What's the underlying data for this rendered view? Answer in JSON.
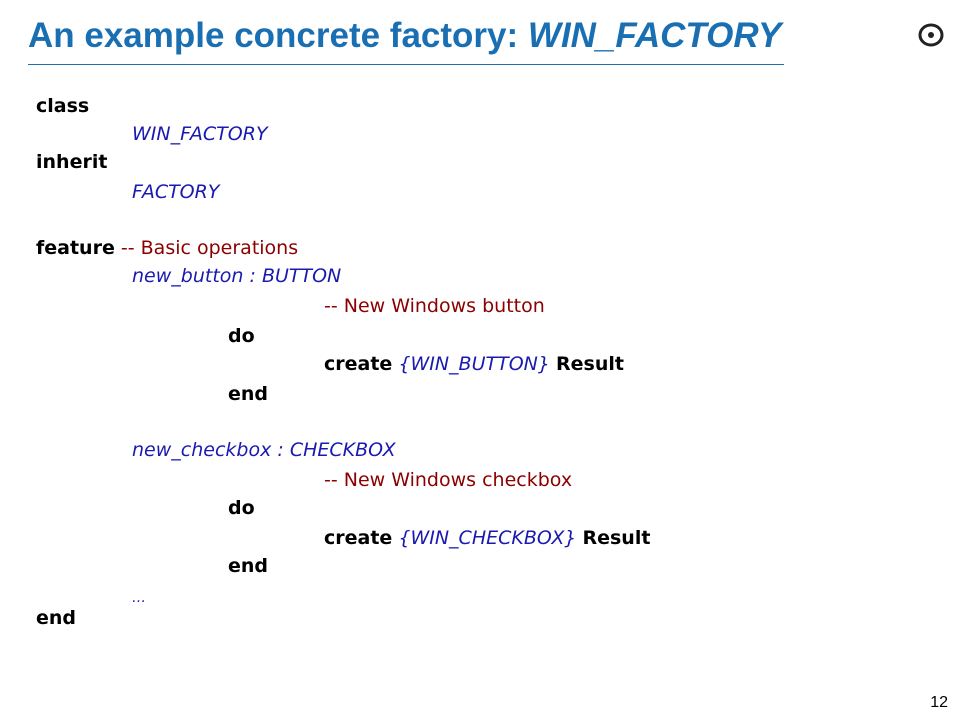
{
  "slide": {
    "title_prefix": "An example concrete factory: ",
    "title_class": "WIN_FACTORY",
    "page_number": "12",
    "logo_icon": "eiffel-logo-icon"
  },
  "colors": {
    "title": "#1a6fb3",
    "keyword": "#000000",
    "identifier": "#1a1ab0",
    "comment": "#8b0000"
  },
  "code": {
    "kw_class": "class",
    "class_name": "WIN_FACTORY",
    "kw_inherit": "inherit",
    "parent_name": "FACTORY",
    "kw_feature": "feature",
    "feature_comment": "-- Basic operations",
    "f1_name": "new_button",
    "f1_sep": " : ",
    "f1_type": "BUTTON",
    "f1_comment": "-- New Windows button",
    "f1_do": "do",
    "f1_create": "create",
    "f1_brace_open": " {",
    "f1_create_type": "WIN_BUTTON",
    "f1_brace_close": "} ",
    "f1_result": "Result",
    "f1_end": "end",
    "f2_name": "new_checkbox",
    "f2_sep": " : ",
    "f2_type": "CHECKBOX",
    "f2_comment": "-- New Windows checkbox",
    "f2_do": "do",
    "f2_create": "create",
    "f2_brace_open": " {",
    "f2_create_type": "WIN_CHECKBOX",
    "f2_brace_close": "} ",
    "f2_result": "Result",
    "f2_end": "end",
    "ellipsis": "…",
    "kw_end": "end"
  }
}
